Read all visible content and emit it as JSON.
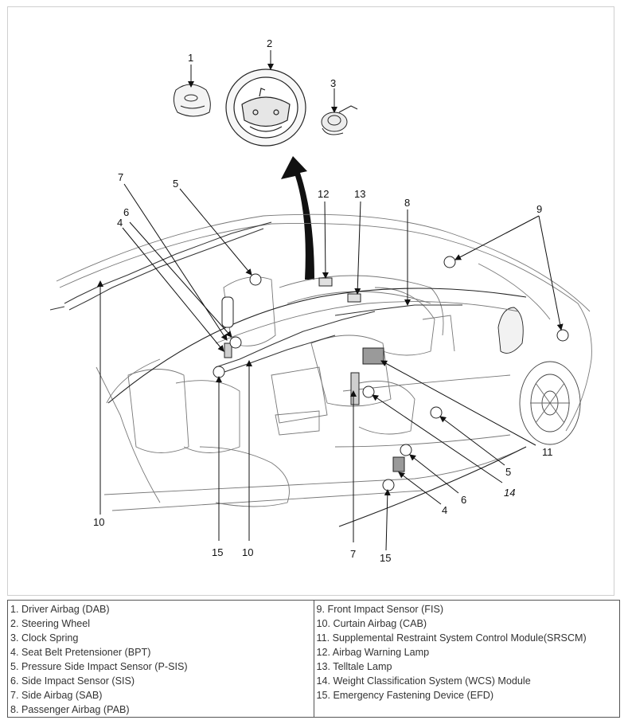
{
  "figure": {
    "callouts": {
      "c1": "1",
      "c2": "2",
      "c3": "3",
      "c7a": "7",
      "c5a": "5",
      "c12": "12",
      "c13": "13",
      "c8": "8",
      "c9": "9",
      "c6a": "6",
      "c4a": "4",
      "c10a": "10",
      "c15a": "15",
      "c10b": "10",
      "c7b": "7",
      "c15b": "15",
      "c4b": "4",
      "c6b": "6",
      "c14": "14",
      "c5b": "5",
      "c11": "11"
    }
  },
  "legend": {
    "left": [
      "1. Driver Airbag (DAB)",
      "2. Steering Wheel",
      "3. Clock Spring",
      "4. Seat Belt Pretensioner (BPT)",
      "5. Pressure Side Impact Sensor (P-SIS)",
      "6. Side Impact Sensor (SIS)",
      "7. Side Airbag (SAB)",
      "8. Passenger Airbag (PAB)"
    ],
    "right": [
      "9. Front Impact Sensor (FIS)",
      "10. Curtain Airbag (CAB)",
      "11. Supplemental Restraint System Control Module(SRSCM)",
      "12. Airbag Warning Lamp",
      "13. Telltale Lamp",
      "14. Weight Classification System (WCS) Module",
      "15. Emergency Fastening Device (EFD)"
    ]
  }
}
